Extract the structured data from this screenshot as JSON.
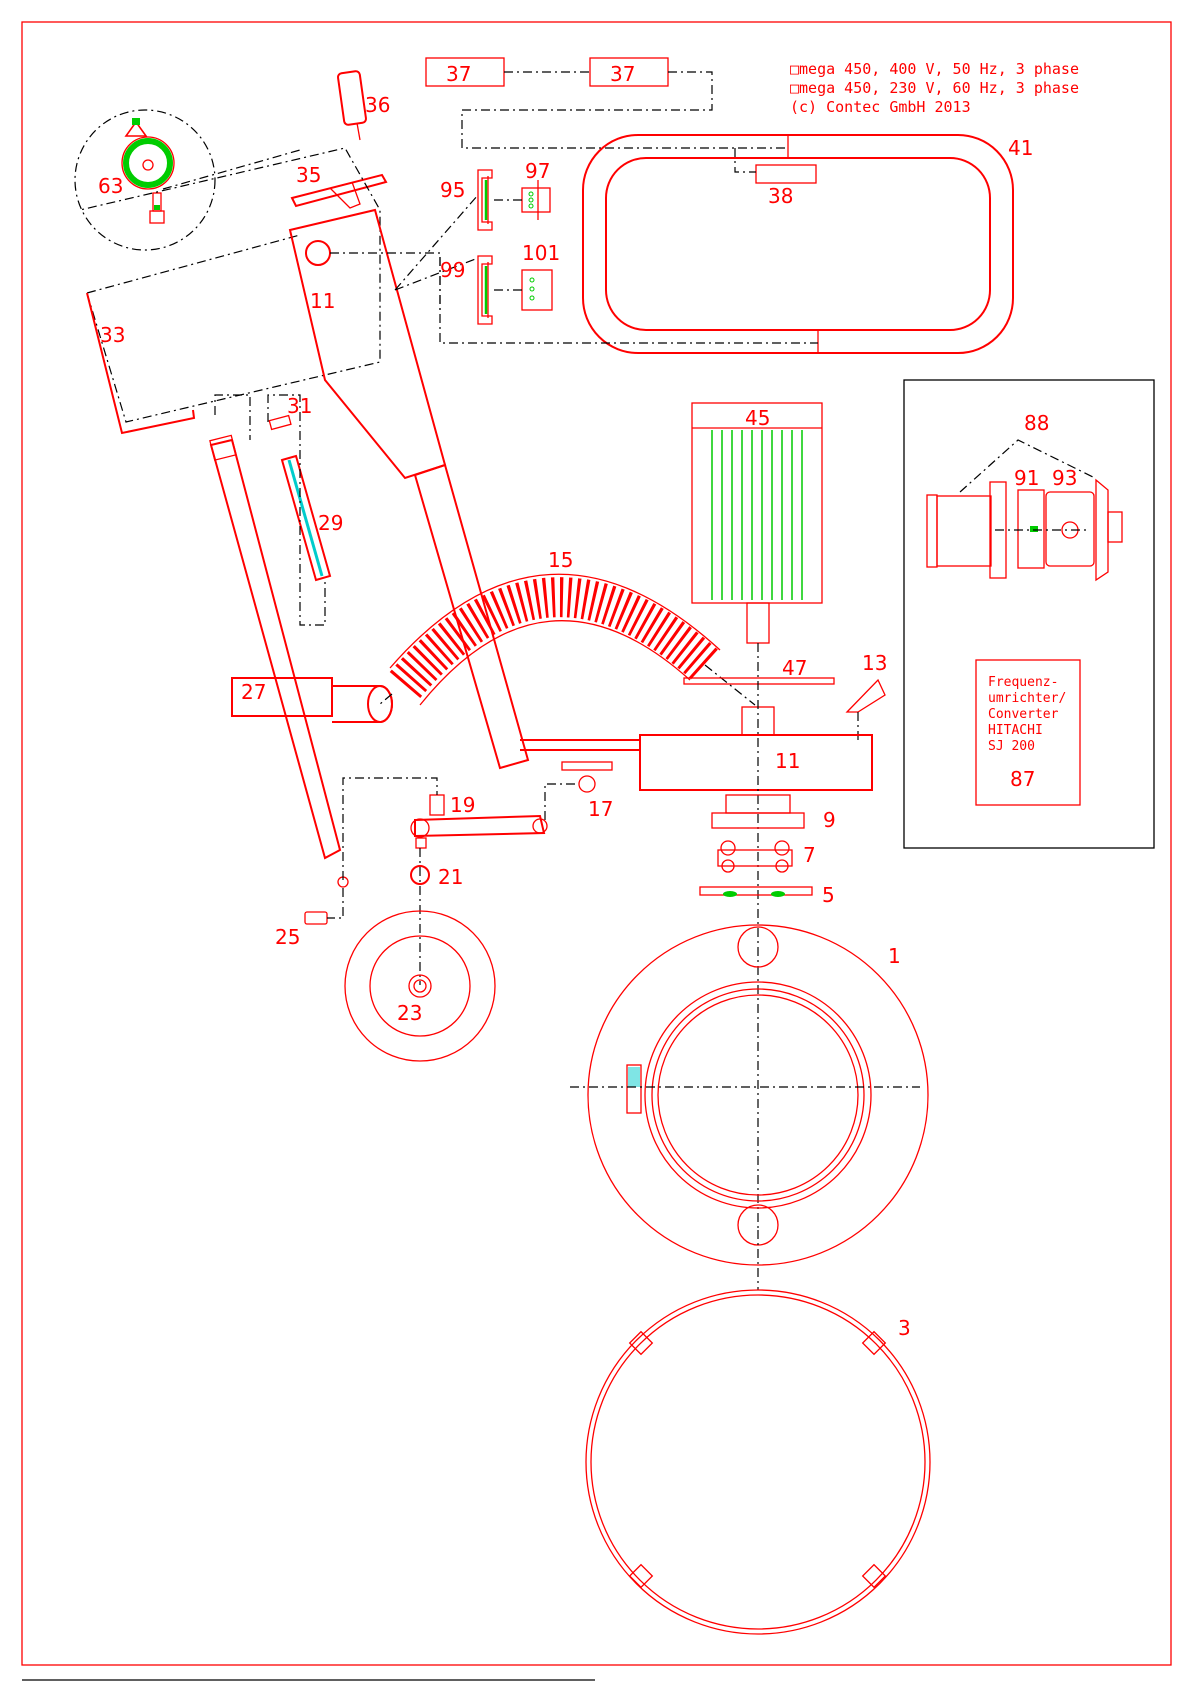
{
  "header": {
    "line1": "□mega 450, 400 V, 50 Hz, 3 phase",
    "line2": "□mega 450, 230 V, 60 Hz, 3 phase",
    "line3": "(c) Contec GmbH 2013"
  },
  "converter": {
    "line1": "Frequenz-",
    "line2": "umrichter/",
    "line3": "Converter",
    "line4": "HITACHI",
    "line5": "SJ 200",
    "number": "87"
  },
  "colors": {
    "lines": "#ff0000",
    "leader": "#000000",
    "accent": "#00cc00",
    "highlight": "#00cccc"
  },
  "parts": {
    "p1": "1",
    "p3": "3",
    "p5": "5",
    "p7": "7",
    "p9": "9",
    "p11a": "11",
    "p11b": "11",
    "p13": "13",
    "p15": "15",
    "p17": "17",
    "p19": "19",
    "p21": "21",
    "p23": "23",
    "p25": "25",
    "p27": "27",
    "p29": "29",
    "p31": "31",
    "p33": "33",
    "p35": "35",
    "p36": "36",
    "p37a": "37",
    "p37b": "37",
    "p38": "38",
    "p41": "41",
    "p45": "45",
    "p47": "47",
    "p63": "63",
    "p88": "88",
    "p91": "91",
    "p93": "93",
    "p95": "95",
    "p97": "97",
    "p99": "99",
    "p101": "101"
  }
}
